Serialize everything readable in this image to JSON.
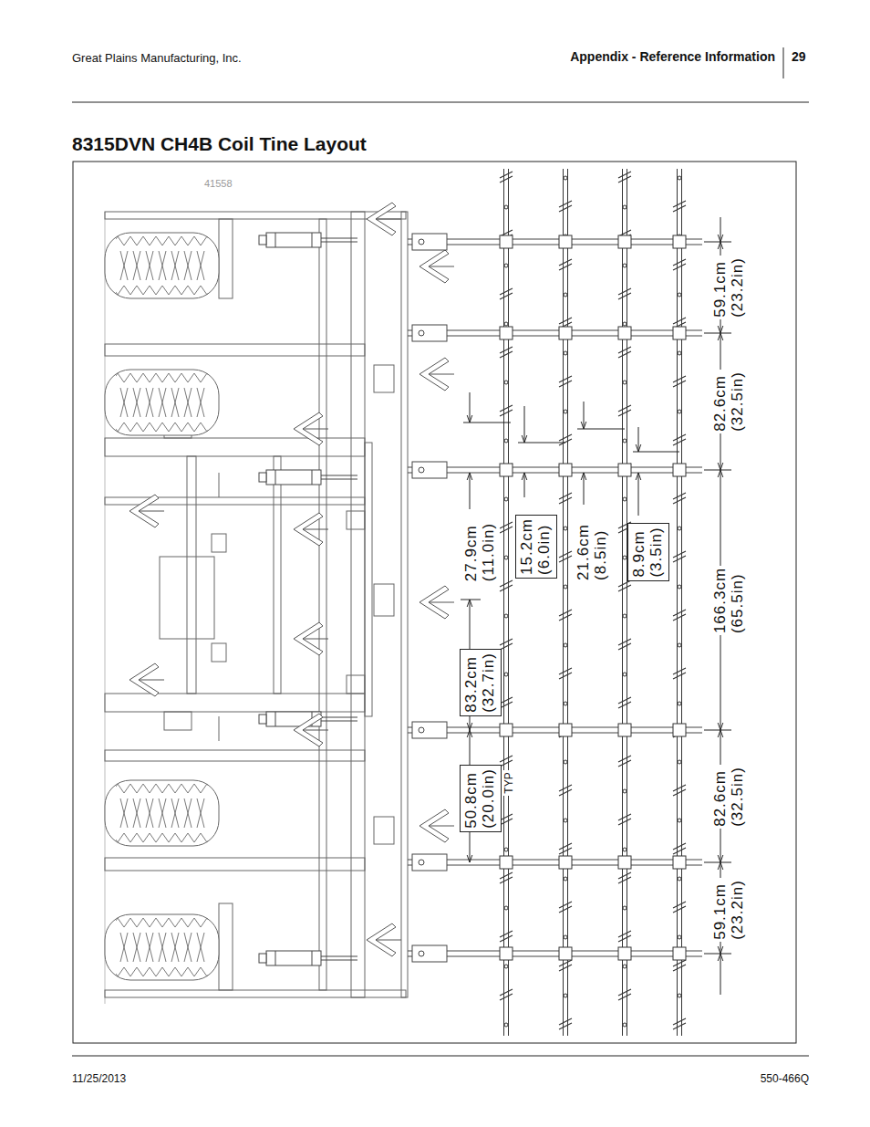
{
  "diagram": {
    "title": "8315DVN CH4B Coil Tine Layout",
    "nodes": [
      {
        "text": [
          "15.2cm (6.0in)"
        ]
      },
      {
        "text": [
          "8.9cm (3.5in)"
        ]
      },
      {
        "text": [
          "83.2cm (32.7in)"
        ]
      },
      {
        "text": [
          "50.8cm (20.0in)"
        ]
      }
    ],
    "labels": [
      "Great Plains Manufacturing, Inc.",
      "Appendix - Reference Information",
      "29",
      "41558",
      "59.1cm (23.2in)",
      "82.6cm (32.5in)",
      "27.9cm (11.0in)",
      "21.6cm (8.5in)",
      "166.3cm (65.5in)",
      "82.6cm (32.5in)",
      "TYP",
      "59.1cm (23.2in)",
      "11/25/2013",
      "550-466Q"
    ]
  }
}
